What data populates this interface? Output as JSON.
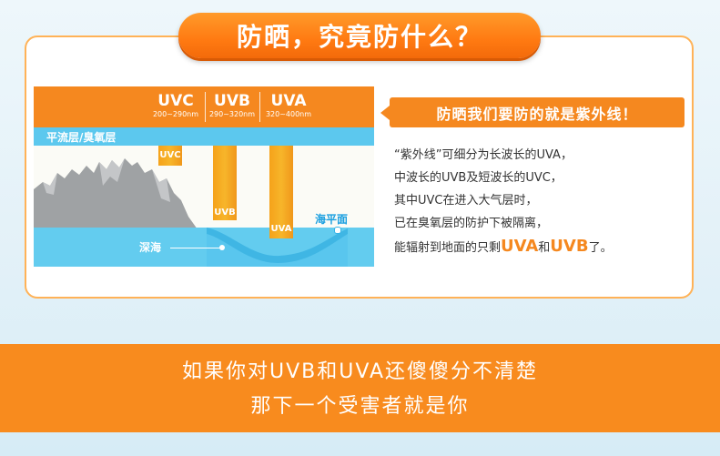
{
  "title": "防晒，究竟防什么？",
  "diagram": {
    "bands": [
      {
        "name": "UVC",
        "range": "200~290nm"
      },
      {
        "name": "UVB",
        "range": "290~320nm"
      },
      {
        "name": "UVA",
        "range": "320~400nm"
      }
    ],
    "stratosphere_label": "平流层/臭氧层",
    "columns": [
      "UVC",
      "UVB",
      "UVA"
    ],
    "sea_surface_label": "海平面",
    "deep_sea_label": "深海"
  },
  "info": {
    "heading": "防晒我们要防的就是紫外线！",
    "lines": [
      "“紫外线”可细分为长波长的UVA，",
      "中波长的UVB及短波长的UVC，",
      "其中UVC在进入大气层时，",
      "已在臭氧层的防护下被隔离，"
    ],
    "last_line": {
      "prefix": "能辐射到地面的只剩",
      "uva": "UVA",
      "and": "和",
      "uvb": "UVB",
      "suffix": "了。"
    }
  },
  "banner": {
    "line1": "如果你对UVB和UVA还傻傻分不清楚",
    "line2": "那下一个受害者就是你"
  },
  "colors": {
    "orange": "#f5881f",
    "blue": "#5cc8ee",
    "sea_blue": "#1a9fe0"
  }
}
